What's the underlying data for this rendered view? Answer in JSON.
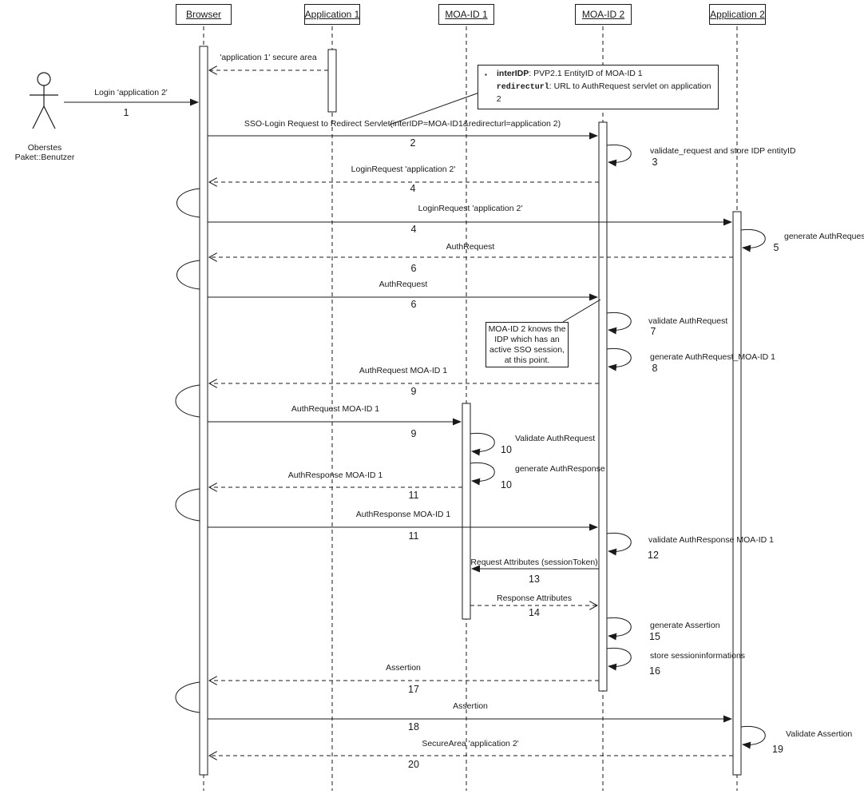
{
  "actor": {
    "label": "Oberstes Paket::Benutzer"
  },
  "lifelines": [
    {
      "label": "Browser"
    },
    {
      "label": "Application 1"
    },
    {
      "label": "MOA-ID 1"
    },
    {
      "label": "MOA-ID 2"
    },
    {
      "label": "Application 2"
    }
  ],
  "notes": {
    "params_note": {
      "bullet": "▪",
      "line1_key": "interIDP",
      "line1_text": ": PVP2.1 EntityID of MOA-ID 1",
      "line2_key": "redirecturl",
      "line2_text": ": URL to AuthRequest servlet on application 2"
    },
    "session_note": "MOA-ID 2 knows the IDP which has an active SSO session, at this point."
  },
  "messages": [
    {
      "label": "Login 'application 2'",
      "number": "1"
    },
    {
      "label": "'application 1' secure area",
      "number": ""
    },
    {
      "label": "SSO-Login Request to Redirect Servlet(interIDP=MOA-ID1&redirecturl=application 2)",
      "number": "2"
    },
    {
      "label": "validate_request and store IDP entityID",
      "number": "3"
    },
    {
      "label": "LoginRequest 'application 2'",
      "number": "4"
    },
    {
      "label": "LoginRequest 'application 2'",
      "number": "4"
    },
    {
      "label": "generate AuthRequest",
      "number": "5"
    },
    {
      "label": "AuthRequest",
      "number": "6"
    },
    {
      "label": "AuthRequest",
      "number": "6"
    },
    {
      "label": "validate AuthRequest",
      "number": "7"
    },
    {
      "label": "generate AuthRequest_MOA-ID 1",
      "number": "8"
    },
    {
      "label": "AuthRequest MOA-ID 1",
      "number": "9"
    },
    {
      "label": "AuthRequest MOA-ID 1",
      "number": "9"
    },
    {
      "label": "Validate AuthRequest",
      "number": "10"
    },
    {
      "label": "generate AuthResponse",
      "number": "10"
    },
    {
      "label": "AuthResponse MOA-ID 1",
      "number": "11"
    },
    {
      "label": "AuthResponse MOA-ID 1",
      "number": "11"
    },
    {
      "label": "validate AuthResponse MOA-ID 1",
      "number": "12"
    },
    {
      "label": "Request Attributes (sessionToken)",
      "number": "13"
    },
    {
      "label": "Response Attributes",
      "number": "14"
    },
    {
      "label": "generate Assertion",
      "number": "15"
    },
    {
      "label": "store sessioninformations",
      "number": "16"
    },
    {
      "label": "Assertion",
      "number": "17"
    },
    {
      "label": "Assertion",
      "number": "18"
    },
    {
      "label": "Validate Assertion",
      "number": "19"
    },
    {
      "label": "SecureArea 'application 2'",
      "number": "20"
    }
  ]
}
